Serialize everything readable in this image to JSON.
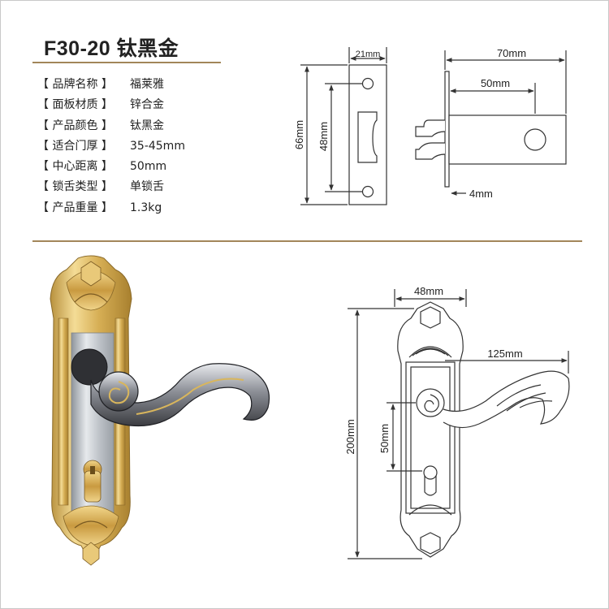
{
  "product": {
    "model": "F30-20",
    "finish": "钛黑金"
  },
  "specs": [
    {
      "key": "【 品牌名称 】",
      "value": "福莱雅"
    },
    {
      "key": "【 面板材质 】",
      "value": "锌合金"
    },
    {
      "key": "【 产品颜色 】",
      "value": "钛黑金"
    },
    {
      "key": "【 适合门厚 】",
      "value": "35-45mm"
    },
    {
      "key": "【 中心距离 】",
      "value": "50mm"
    },
    {
      "key": "【 锁舌类型 】",
      "value": "单锁舌"
    },
    {
      "key": "【 产品重量 】",
      "value": "1.3kg"
    }
  ],
  "dimensions": {
    "strike_width": "21mm",
    "strike_height": "66mm",
    "strike_screw_spacing": "48mm",
    "latch_length": "70mm",
    "backset": "50mm",
    "faceplate_thickness": "4mm",
    "panel_width": "48mm",
    "handle_length": "125mm",
    "panel_height": "200mm",
    "center_distance": "50mm"
  },
  "colors": {
    "accent_rule": "#a2865a",
    "gold": "#d9b65c",
    "silver": "#c9ccd0",
    "dark_metal": "#3a3a3e"
  }
}
